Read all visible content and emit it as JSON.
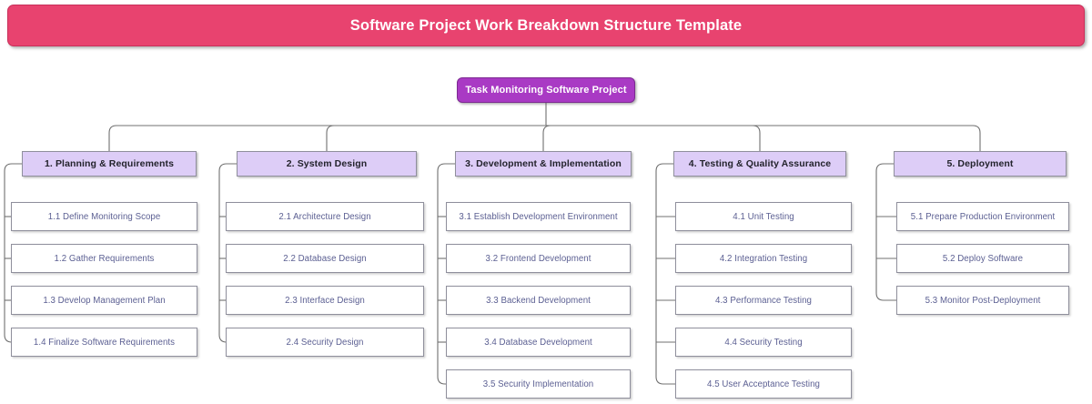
{
  "title": {
    "text": "Software Project Work Breakdown Structure Template",
    "background_color": "#e8436f",
    "text_color": "#ffffff"
  },
  "root": {
    "label": "Task Monitoring Software Project",
    "background_color": "#a93ac4",
    "text_color": "#ffffff"
  },
  "palette": {
    "header_fill": "#ddcdf7",
    "header_text": "#23232c",
    "leaf_fill": "#ffffff",
    "leaf_text": "#5b5f92",
    "border": "#8f8f9c",
    "connector": "#707070",
    "canvas": "#ffffff"
  },
  "columns": [
    {
      "header": "1. Planning & Requirements",
      "tasks": [
        "1.1 Define Monitoring Scope",
        "1.2 Gather Requirements",
        "1.3 Develop Management Plan",
        "1.4 Finalize Software Requirements"
      ]
    },
    {
      "header": "2. System Design",
      "tasks": [
        "2.1 Architecture Design",
        "2.2 Database Design",
        "2.3 Interface Design",
        "2.4 Security Design"
      ]
    },
    {
      "header": "3. Development & Implementation",
      "tasks": [
        "3.1 Establish Development Environment",
        "3.2 Frontend Development",
        "3.3 Backend Development",
        "3.4 Database Development",
        "3.5 Security Implementation"
      ]
    },
    {
      "header": "4. Testing & Quality Assurance",
      "tasks": [
        "4.1 Unit Testing",
        "4.2 Integration Testing",
        "4.3 Performance Testing",
        "4.4 Security Testing",
        "4.5 User Acceptance Testing"
      ]
    },
    {
      "header": "5. Deployment",
      "tasks": [
        "5.1 Prepare Production Environment",
        "5.2 Deploy Software",
        "5.3 Monitor Post-Deployment"
      ]
    }
  ]
}
